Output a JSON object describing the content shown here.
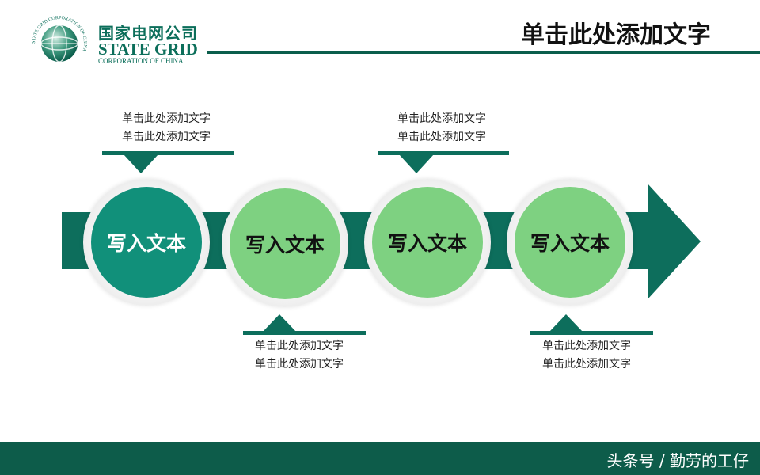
{
  "brand": {
    "name_cn": "国家电网公司",
    "name_en": "STATE GRID",
    "subtitle": "CORPORATION OF CHINA",
    "ring_text": "STATE GRID CORPORATION OF CHINA",
    "color_primary": "#0b6e5a"
  },
  "header": {
    "title": "单击此处添加文字"
  },
  "colors": {
    "band": "#0d6e5c",
    "node_dark": "#11907a",
    "node_light": "#7ed181",
    "footer": "#0d5c4a"
  },
  "nodes": [
    {
      "label": "写入文本",
      "style": "dark"
    },
    {
      "label": "写入文本",
      "style": "light"
    },
    {
      "label": "写入文本",
      "style": "light"
    },
    {
      "label": "写入文本",
      "style": "light"
    }
  ],
  "callouts": [
    {
      "lines": [
        "单击此处添加文字",
        "单击此处添加文字"
      ]
    },
    {
      "lines": [
        "单击此处添加文字",
        "单击此处添加文字"
      ]
    },
    {
      "lines": [
        "单击此处添加文字",
        "单击此处添加文字"
      ]
    },
    {
      "lines": [
        "单击此处添加文字",
        "单击此处添加文字"
      ]
    }
  ],
  "footer": {
    "text": "头条号 / 勤劳的工仔"
  }
}
